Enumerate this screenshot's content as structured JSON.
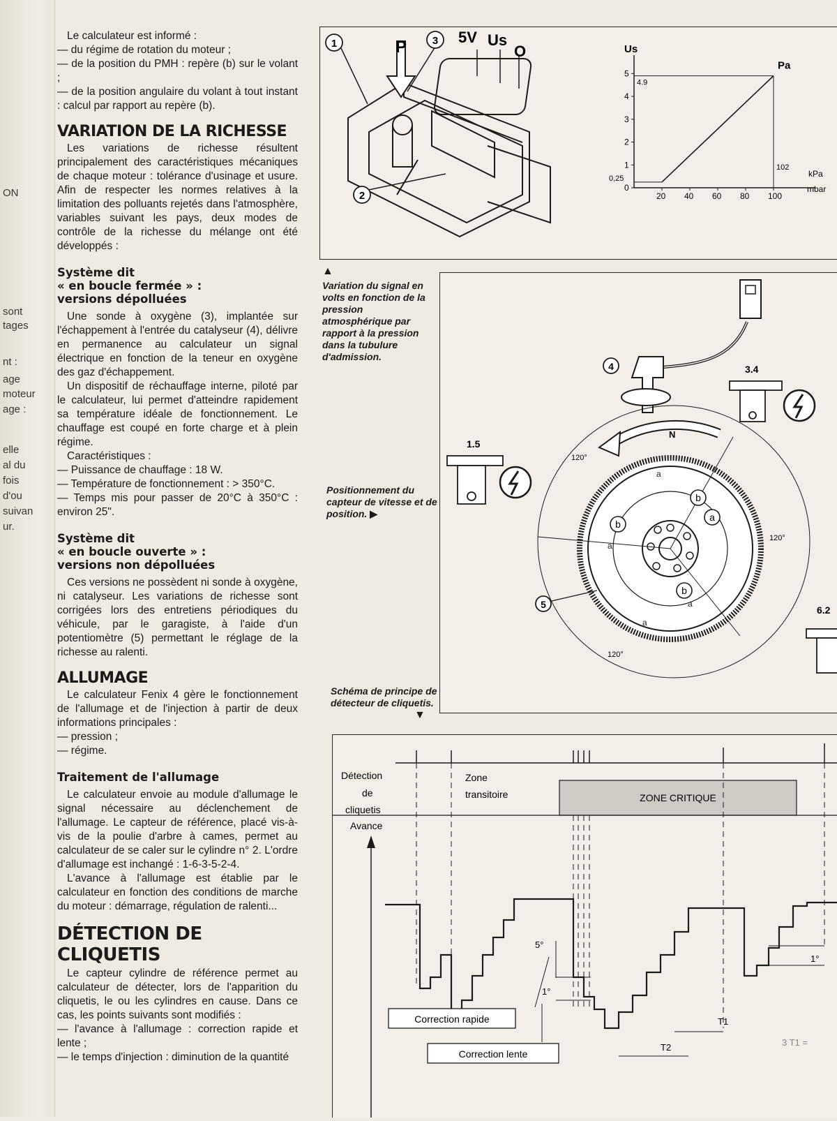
{
  "gutter": [
    "ON",
    "sont",
    "tages",
    "nt :",
    "age",
    "moteur",
    "age :",
    "elle",
    "al du",
    "fois",
    "d'ou",
    "suivan",
    "ur."
  ],
  "intro": {
    "lead": "Le calculateur est informé :",
    "items": [
      "— du régime de rotation du moteur ;",
      "— de la position du PMH : repère (b) sur le volant ;",
      "— de la position angulaire du volant à tout instant : calcul par rapport au repère (b)."
    ]
  },
  "richesse": {
    "title": "VARIATION DE LA RICHESSE",
    "body": "Les variations de richesse résultent principalement des caractéristiques mécaniques de chaque moteur : tolérance d'usinage et usure. Afin de respecter les normes relatives à la limitation des polluants rejetés dans l'atmosphère, variables suivant les pays, deux modes de contrôle de la richesse du mélange ont été développés :"
  },
  "boucle_fermee": {
    "title_1": "Système dit",
    "title_2": "« en boucle fermée » :",
    "title_3": "versions dépolluées",
    "p1": "Une sonde à oxygène (3), implantée sur l'échappement à l'entrée du catalyseur (4), délivre en permanence au calculateur un signal électrique en fonction de la teneur en oxygène des gaz d'échappement.",
    "p2": "Un dispositif de réchauffage interne, piloté par le calculateur, lui permet d'atteindre rapidement sa température idéale de fonctionnement. Le chauffage est coupé en forte charge et à plein régime.",
    "carac": "Caractéristiques :",
    "items": [
      "— Puissance de chauffage : 18 W.",
      "— Température de fonctionnement : > 350°C.",
      "— Temps mis pour passer de 20°C à 350°C : environ 25\"."
    ]
  },
  "boucle_ouverte": {
    "title_1": "Système dit",
    "title_2": "« en boucle ouverte » :",
    "title_3": "versions non dépolluées",
    "p1": "Ces versions ne possèdent ni sonde à oxygène, ni catalyseur. Les variations de richesse sont corrigées lors des entretiens périodiques du véhicule, par le garagiste, à l'aide d'un potentiomètre (5) permettant le réglage de la richesse au ralenti."
  },
  "allumage": {
    "title": "ALLUMAGE",
    "p1": "Le calculateur Fenix 4 gère le fonctionnement de l'allumage et de l'injection à partir de deux informations principales :",
    "items": [
      "— pression ;",
      "— régime."
    ]
  },
  "traitement": {
    "title": "Traitement de l'allumage",
    "p1": "Le calculateur envoie au module d'allumage le signal nécessaire au déclenchement de l'allumage. Le capteur de référence, placé vis-à-vis de la poulie d'arbre à cames, permet au calculateur de se caler sur le cylindre n° 2. L'ordre d'allumage est inchangé : 1-6-3-5-2-4.",
    "p2": "L'avance à l'allumage est établie par le calculateur en fonction des conditions de marche du moteur : démarrage, régulation de ralenti..."
  },
  "cliquetis": {
    "title": "DÉTECTION DE CLIQUETIS",
    "p1": "Le capteur cylindre de référence permet au calculateur de détecter, lors de l'apparition du cliquetis, le ou les cylindres en cause. Dans ce cas, les points suivants sont modifiés :",
    "items": [
      "— l'avance à l'allumage : correction rapide et lente ;",
      "— le temps d'injection : diminution de la quantité"
    ]
  },
  "fig_sensor": {
    "n1": "1",
    "n2": "2",
    "n3": "3",
    "p": "P",
    "v5": "5V",
    "us": "Us",
    "o": "O"
  },
  "chart_data": {
    "type": "line",
    "title": "",
    "ylabel": "Us",
    "xlabel": "mbar",
    "x2label": "kPa",
    "x": [
      20,
      100
    ],
    "y": [
      0.25,
      4.9
    ],
    "xticks": [
      "20",
      "40",
      "60",
      "80",
      "100"
    ],
    "yticks": [
      "0",
      "1",
      "2",
      "3",
      "4",
      "5"
    ],
    "xlim": [
      0,
      110
    ],
    "ylim": [
      0,
      5.5
    ],
    "annotations": {
      "pa": "Pa",
      "y_top": "4.9",
      "y_low": "0,25",
      "x_kpa": "102"
    },
    "grid": false
  },
  "caption_signal": {
    "arrow": "▲",
    "text": "Variation du signal en volts en fonction de la pression atmosphérique par rapport à la pression dans la tubulure d'admission."
  },
  "caption_capteur": {
    "text": "Positionnement du capteur de vitesse et de position.",
    "arrow": "▶"
  },
  "caption_cliquetis": {
    "text": "Schéma de principe de détecteur de cliquetis.",
    "arrow": "▼"
  },
  "fig_flywheel": {
    "n4": "4",
    "n5": "5",
    "c34": "3.4",
    "c15": "1.5",
    "c62": "6.2",
    "dir": "N",
    "deg": "120°",
    "b": "b",
    "a": "a"
  },
  "fig_knock": {
    "detection_1": "Détection",
    "detection_2": "de",
    "detection_3": "cliquetis",
    "avance": "Avance",
    "zone_transitoire_1": "Zone",
    "zone_transitoire_2": "transitoire",
    "zone_critique": "ZONE CRITIQUE",
    "deg5": "5°",
    "deg1": "1°",
    "deg1b": "1°",
    "t1": "T1",
    "t2": "T2",
    "t3": "3 T1 =",
    "correction_rapide": "Correction rapide",
    "correction_lente": "Correction lente"
  }
}
